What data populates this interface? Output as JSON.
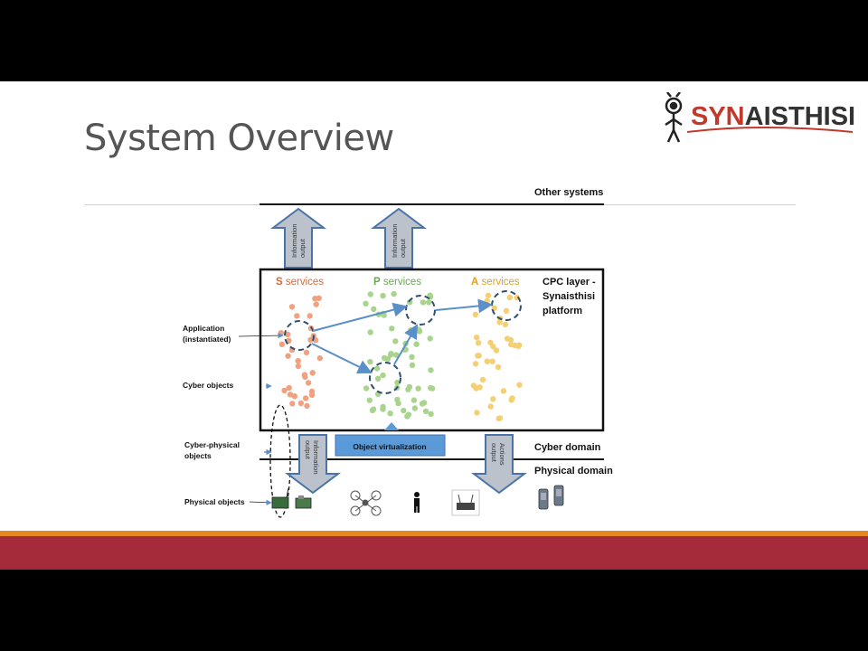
{
  "slide": {
    "title": "System Overview",
    "logo_text_a": "SYN",
    "logo_text_b": "AISTHISI"
  },
  "diagram": {
    "other_systems": "Other systems",
    "output_label_1a": "Information",
    "output_label_1b": "output",
    "output_label_2a": "Information",
    "output_label_2b": "output",
    "output_label_3a": "Information",
    "output_label_3b": "output",
    "actions_label_a": "Actions",
    "actions_label_b": "output",
    "s_letter": "S",
    "s_rest": " services",
    "p_letter": "P",
    "p_rest": " services",
    "a_letter": "A",
    "a_rest": " services",
    "cpc_line1": "CPC layer -",
    "cpc_line2": "Synaisthisi",
    "cpc_line3": "platform",
    "app_line1": "Application",
    "app_line2": "(instantiated)",
    "cyber_objects": "Cyber objects",
    "cp_line1": "Cyber-physical",
    "cp_line2": "objects",
    "physical_objects": "Physical objects",
    "object_virtualization": "Object virtualization",
    "cyber_domain": "Cyber domain",
    "physical_domain": "Physical domain"
  },
  "colors": {
    "s_dot": "#f0a280",
    "p_dot": "#a8d48e",
    "a_dot": "#f5cf73",
    "arrow_fill": "#bcc2cc",
    "arrow_stroke": "#4a74a8",
    "virtualization_box": "#5a9ad9",
    "band_orange": "#e6861f",
    "band_red": "#a52a3a"
  }
}
